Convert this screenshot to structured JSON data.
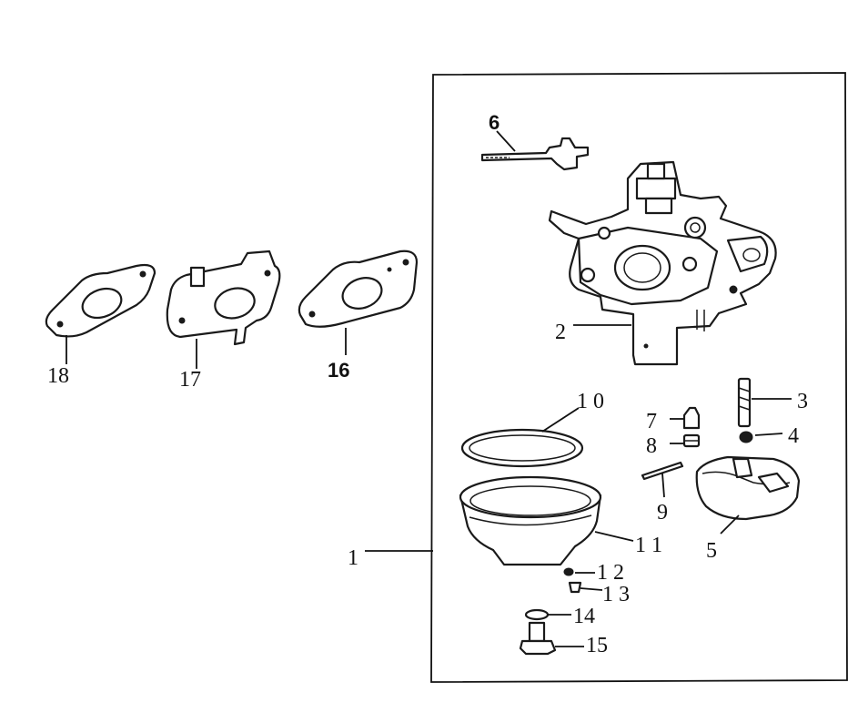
{
  "callouts": {
    "c1": "1",
    "c2": "2",
    "c3": "3",
    "c4": "4",
    "c5": "5",
    "c6": "6",
    "c7": "7",
    "c8": "8",
    "c9": "9",
    "c10": "1 0",
    "c11": "1 1",
    "c12": "1 2",
    "c13": "1 3",
    "c14": "14",
    "c15": "15",
    "c16": "16",
    "c17": "17",
    "c18": "18"
  },
  "colors": {
    "line": "#1a1a1a",
    "background": "#ffffff"
  }
}
